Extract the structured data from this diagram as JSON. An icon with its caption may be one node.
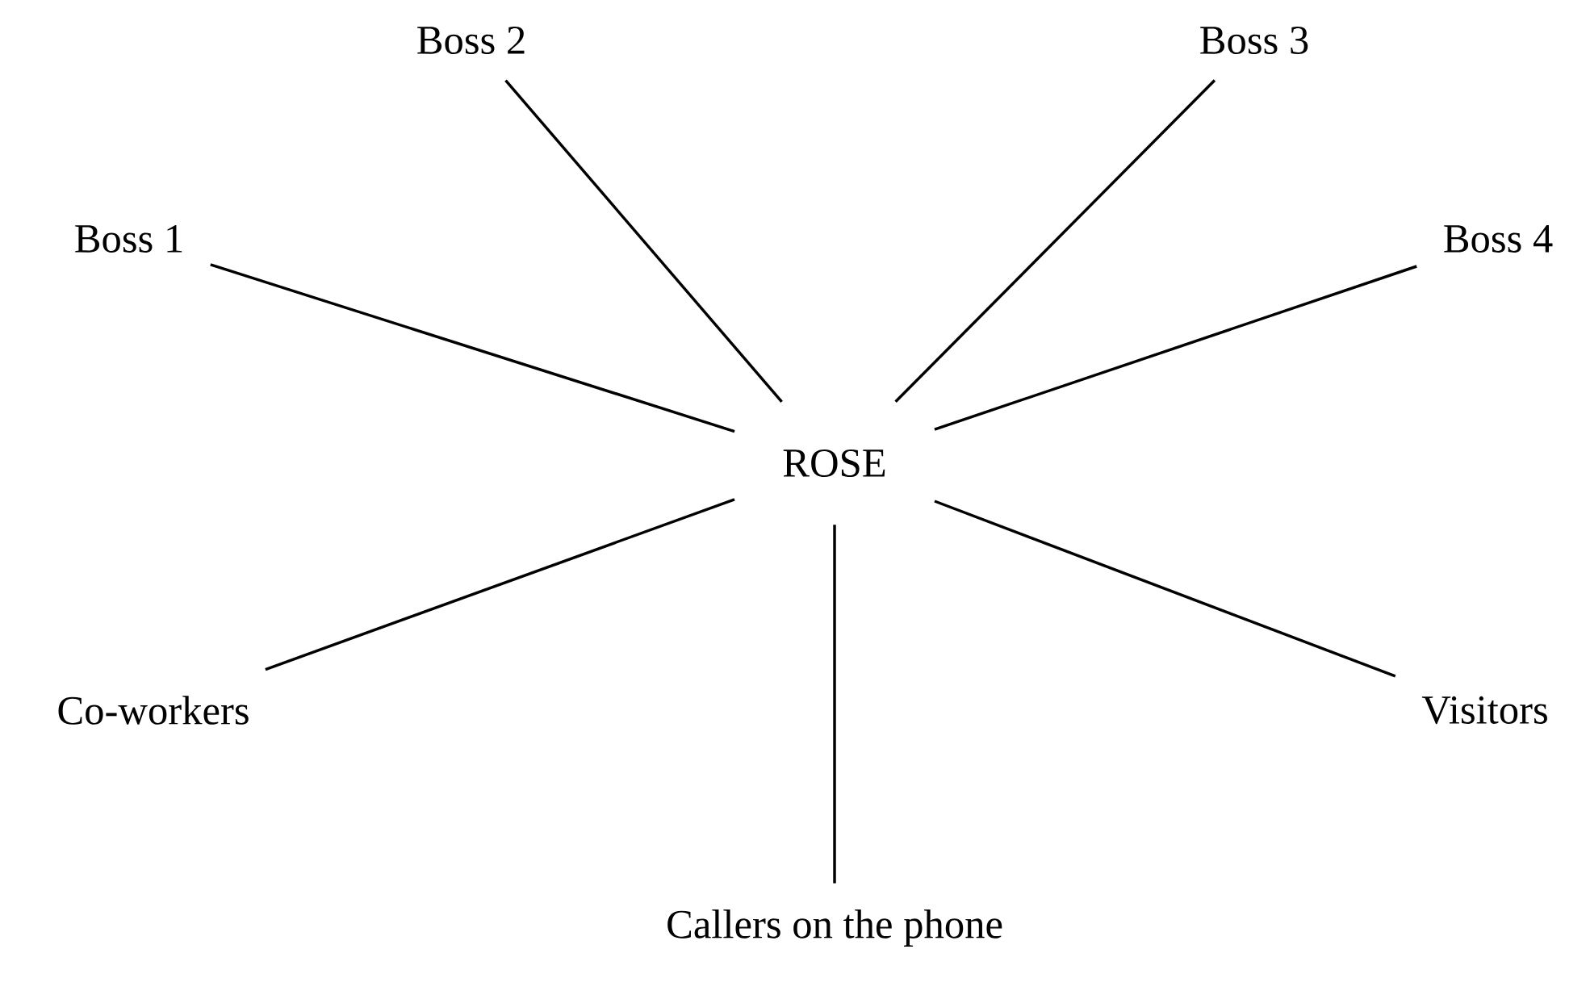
{
  "diagram": {
    "nodes": [
      {
        "text": [
          "Boss 2"
        ]
      },
      {
        "text": [
          "Boss 3"
        ]
      },
      {
        "text": [
          "Boss 1"
        ]
      },
      {
        "text": [
          "Boss 4"
        ]
      },
      {
        "text": [
          "ROSE"
        ]
      },
      {
        "text": [
          "Co-workers"
        ]
      },
      {
        "text": [
          "Visitors"
        ]
      },
      {
        "text": [
          "Callers on the phone"
        ]
      }
    ],
    "edges": [
      {
        "from": 4,
        "to": 0,
        "arrow": "none"
      },
      {
        "from": 4,
        "to": 1,
        "arrow": "none"
      },
      {
        "from": 4,
        "to": 2,
        "arrow": "none"
      },
      {
        "from": 4,
        "to": 3,
        "arrow": "none"
      },
      {
        "from": 4,
        "to": 5,
        "arrow": "none"
      },
      {
        "from": 4,
        "to": 6,
        "arrow": "none"
      },
      {
        "from": 4,
        "to": 7,
        "arrow": "none"
      }
    ]
  }
}
